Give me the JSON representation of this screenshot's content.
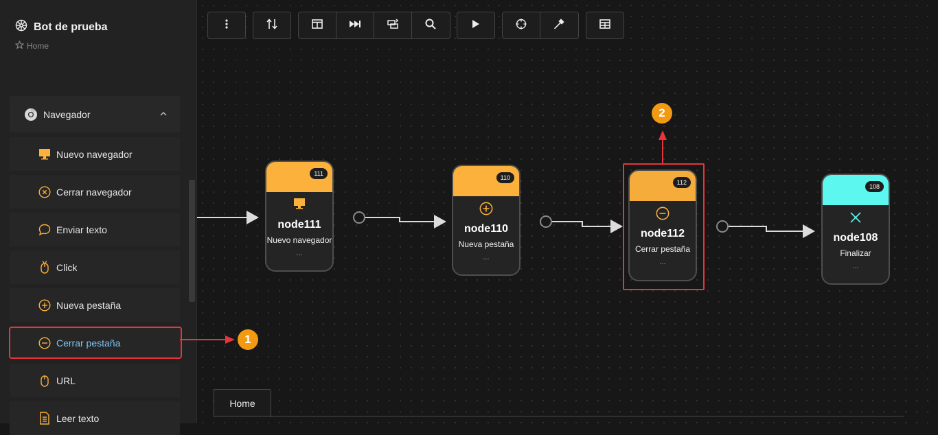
{
  "app": {
    "title": "Bot de prueba",
    "breadcrumb": "Home"
  },
  "sidebar": {
    "group": {
      "label": "Navegador",
      "icon": "chrome-icon"
    },
    "items": [
      {
        "label": "Nuevo navegador",
        "icon": "monitor-icon"
      },
      {
        "label": "Cerrar navegador",
        "icon": "close-circle-icon"
      },
      {
        "label": "Enviar texto",
        "icon": "chat-bubble-icon"
      },
      {
        "label": "Click",
        "icon": "mouse-click-icon"
      },
      {
        "label": "Nueva pestaña",
        "icon": "plus-circle-icon"
      },
      {
        "label": "Cerrar pestaña",
        "icon": "minus-circle-icon",
        "active": true
      },
      {
        "label": "URL",
        "icon": "mouse-icon"
      },
      {
        "label": "Leer texto",
        "icon": "document-icon"
      }
    ]
  },
  "toolbar": {
    "icons": [
      "more-vertical-icon",
      "sort-icon",
      "layout-icon",
      "skip-forward-icon",
      "transform-icon",
      "search-icon",
      "play-icon",
      "target-icon",
      "eyedropper-icon",
      "table-icon"
    ]
  },
  "nodes": [
    {
      "id": "node111",
      "badge": "111",
      "label": "Nuevo navegador",
      "dots": "...",
      "color": "#fbb13c",
      "icon": "monitor-icon"
    },
    {
      "id": "node110",
      "badge": "110",
      "label": "Nueva pestaña",
      "dots": "...",
      "color": "#fbb13c",
      "icon": "plus-circle-icon"
    },
    {
      "id": "node112",
      "badge": "112",
      "label": "Cerrar pestaña",
      "dots": "...",
      "color": "#f6ac3a",
      "icon": "minus-circle-icon"
    },
    {
      "id": "node108",
      "badge": "108",
      "label": "Finalizar",
      "dots": "...",
      "color": "#5cf7ee",
      "icon": "x-icon"
    }
  ],
  "annotations": {
    "first": "1",
    "second": "2"
  },
  "tabs": [
    {
      "label": "Home"
    }
  ],
  "colors": {
    "accent": "#fbb13c",
    "highlight": "#e8343a",
    "annotation": "#f29a12",
    "active_text": "#7cc4f5"
  }
}
